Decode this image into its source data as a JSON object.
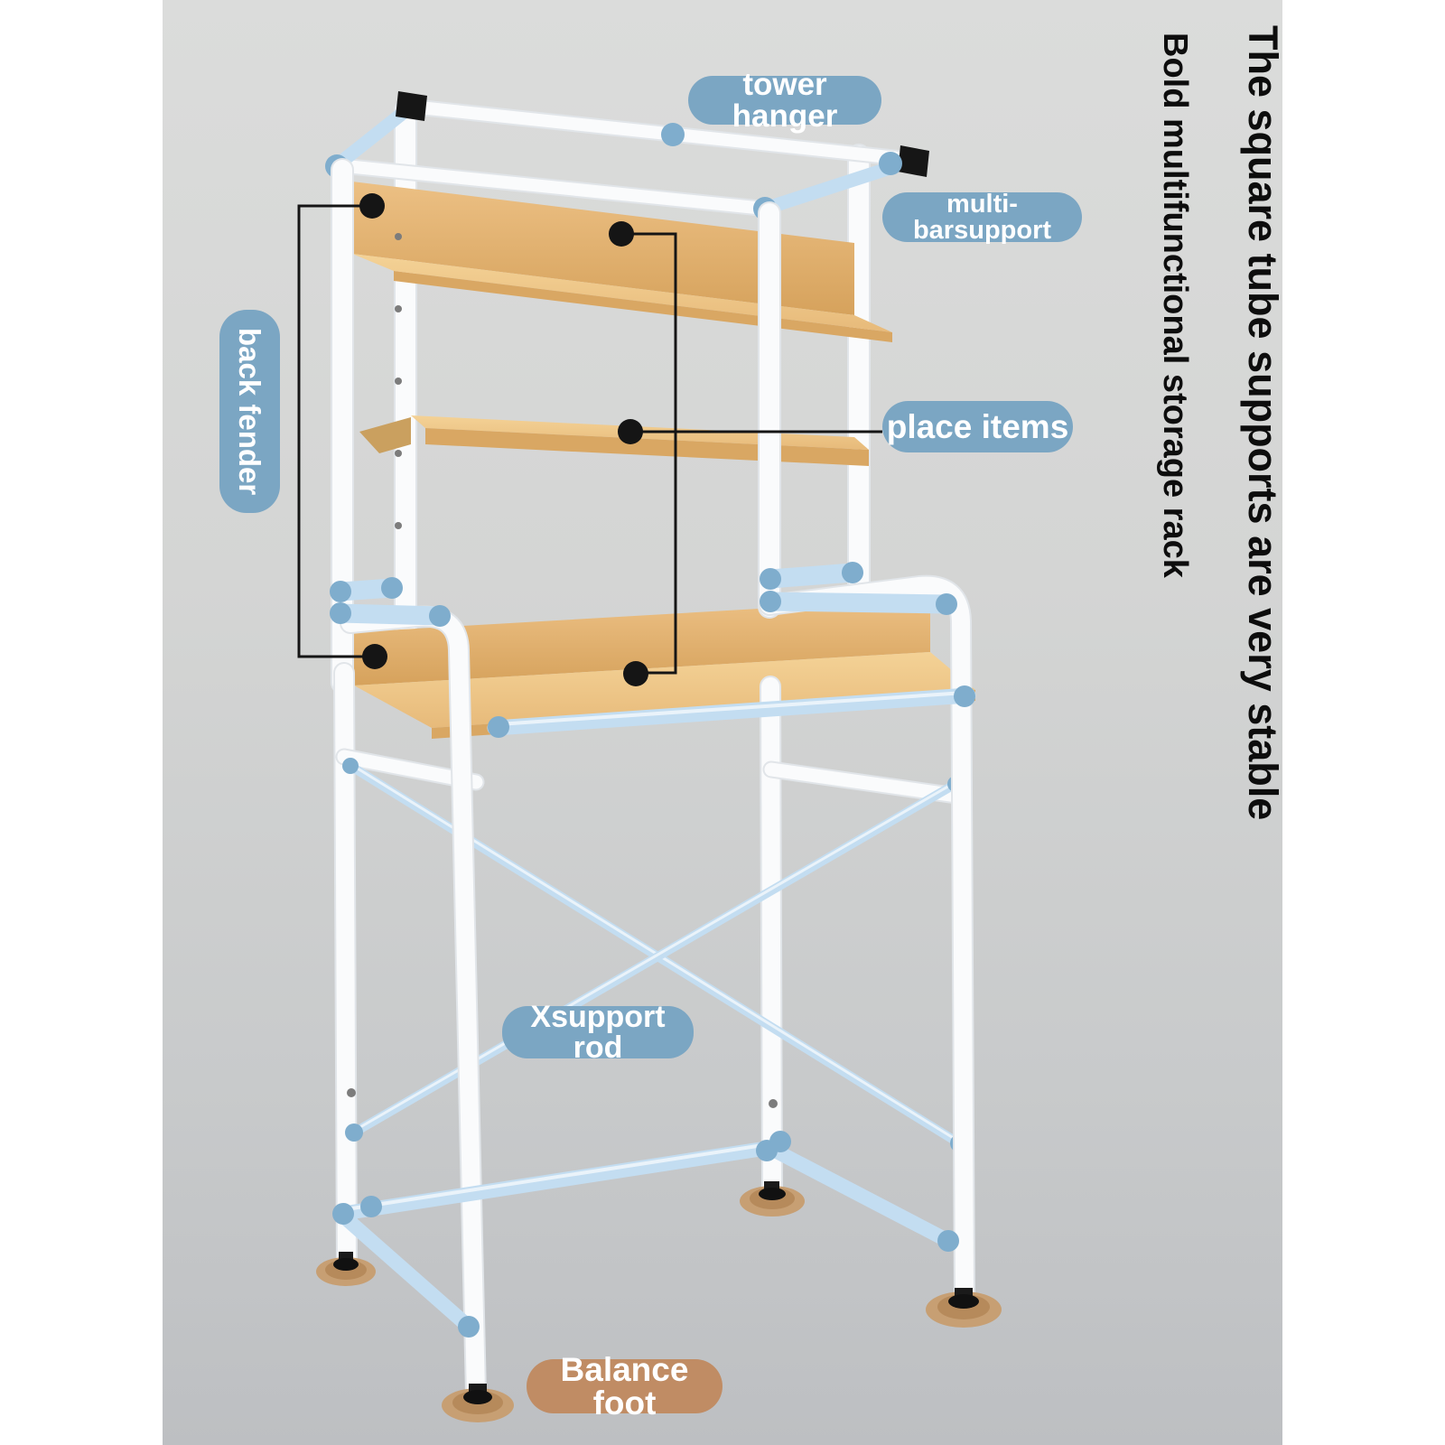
{
  "scene": {
    "right_text_primary": "The square tube supports are very stable",
    "right_text_secondary": "Bold multifunctional storage rack"
  },
  "callouts": {
    "tower_hanger": {
      "label": "tower hanger"
    },
    "multi_bar_support": {
      "label": "multi-barsupport"
    },
    "back_fender": {
      "label": "back fender"
    },
    "place_items": {
      "label": "place items"
    },
    "x_support_rod": {
      "label": "Xsupport rod"
    },
    "balance_foot": {
      "label": "Balance foot"
    }
  },
  "colors": {
    "label_blue": "#7ba6c3",
    "label_brown": "#c08c64",
    "tube_white": "#fafbfc",
    "tube_edge": "#e1e5e9",
    "highlight_blue": "#c3ddf1",
    "joint_blue": "#7fadcd",
    "wood_light": "#f0c98d",
    "wood_mid": "#e4b678",
    "wood_dark": "#d9a763",
    "foot_tan": "#c79f73",
    "foot_tan_dark": "#aa7c4e",
    "line_black": "#151515",
    "text_black": "#0d0d0d"
  }
}
